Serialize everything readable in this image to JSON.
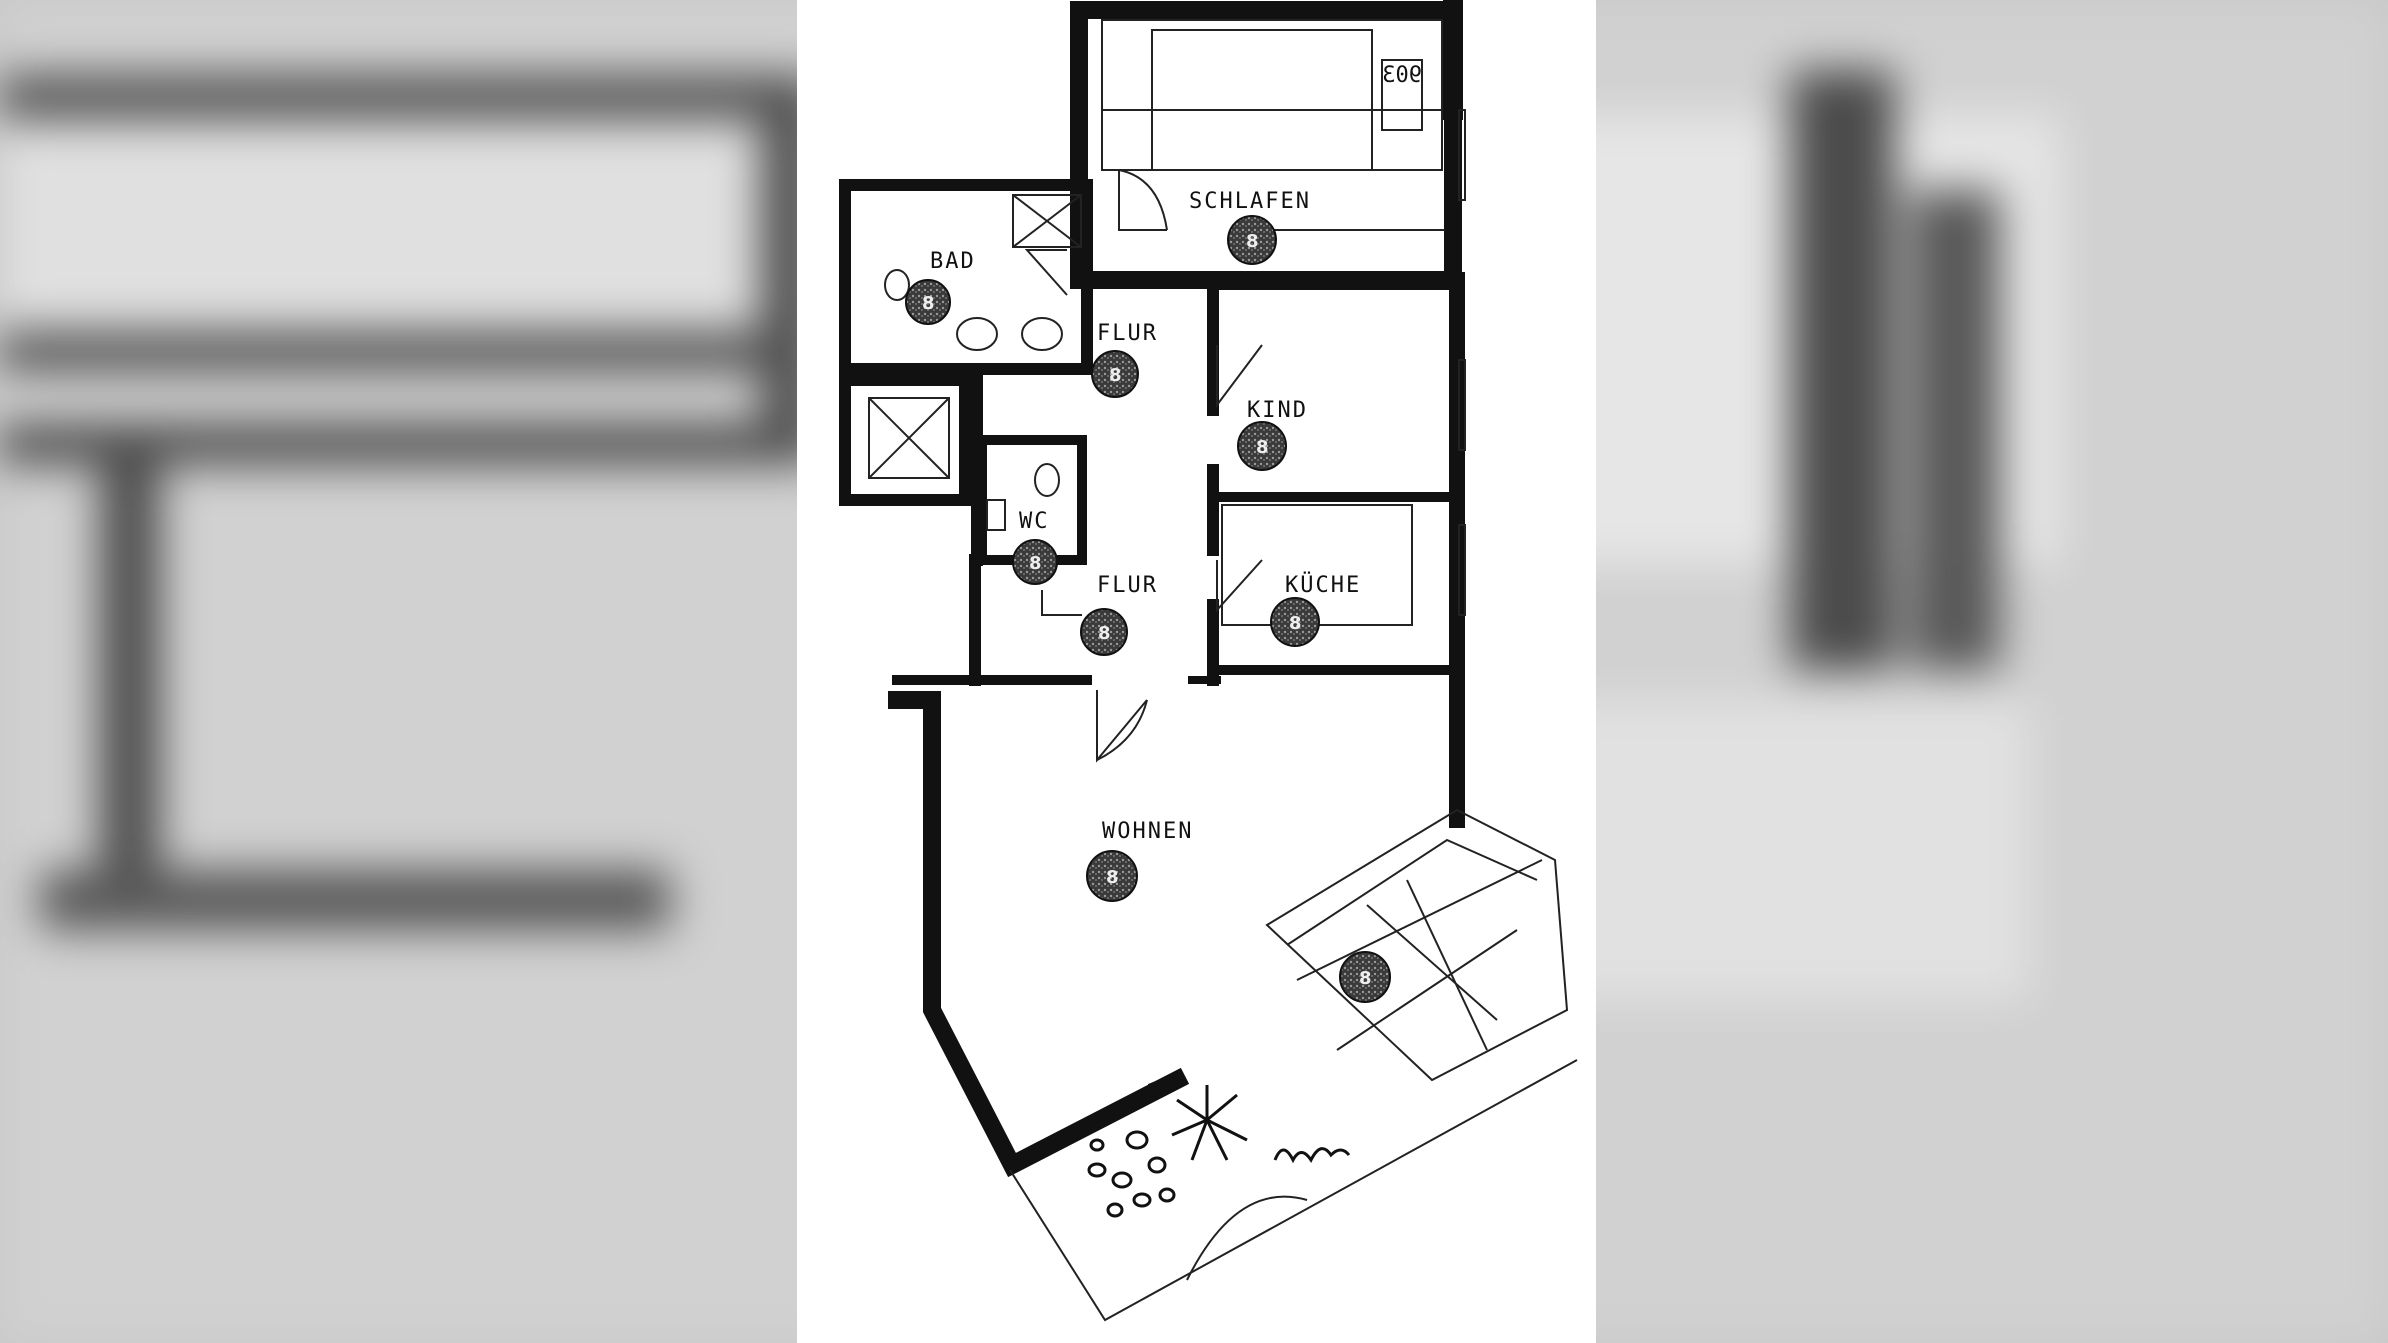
{
  "floorplan": {
    "unit_number": "903",
    "rooms": [
      {
        "id": "schlafen",
        "label": "SCHLAFEN",
        "marker": "8"
      },
      {
        "id": "bad",
        "label": "BAD",
        "marker": "8"
      },
      {
        "id": "flur-upper",
        "label": "FLUR",
        "marker": "8"
      },
      {
        "id": "kind",
        "label": "KIND",
        "marker": "8"
      },
      {
        "id": "wc",
        "label": "WC",
        "marker": "8"
      },
      {
        "id": "flur-lower",
        "label": "FLUR",
        "marker": "8"
      },
      {
        "id": "kueche",
        "label": "KÜCHE",
        "marker": "8"
      },
      {
        "id": "wohnen",
        "label": "WOHNEN",
        "marker": "8"
      },
      {
        "id": "balkon",
        "label": "",
        "marker": "8"
      }
    ],
    "colors": {
      "wall": "#111111",
      "paper": "#ffffff",
      "marker": "#333333"
    }
  }
}
